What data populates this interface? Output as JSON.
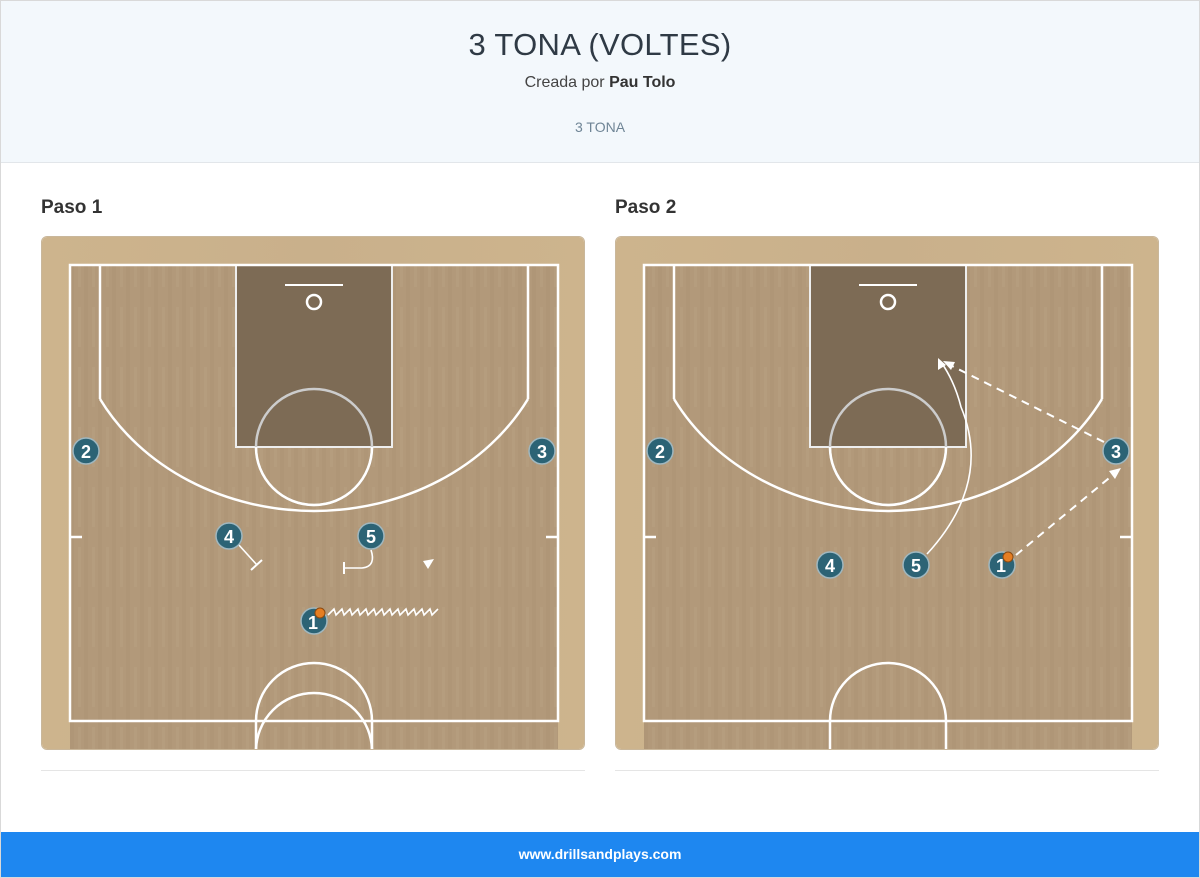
{
  "header": {
    "title": "3 TONA (VOLTES)",
    "author_prefix": "Creada por",
    "author_name": "Pau Tolo",
    "tag": "3 TONA"
  },
  "steps": [
    {
      "label": "Paso 1",
      "players": [
        {
          "num": "1",
          "ball": true
        },
        {
          "num": "2",
          "ball": false
        },
        {
          "num": "3",
          "ball": false
        },
        {
          "num": "4",
          "ball": false
        },
        {
          "num": "5",
          "ball": false
        }
      ],
      "actions": [
        "dribble",
        "screen",
        "screen"
      ]
    },
    {
      "label": "Paso 2",
      "players": [
        {
          "num": "1",
          "ball": true
        },
        {
          "num": "2",
          "ball": false
        },
        {
          "num": "3",
          "ball": false
        },
        {
          "num": "4",
          "ball": false
        },
        {
          "num": "5",
          "ball": false
        }
      ],
      "actions": [
        "pass",
        "cut",
        "pass"
      ]
    }
  ],
  "footer": {
    "site": "www.drillsandplays.com"
  },
  "colors": {
    "player_fill": "#2c6375",
    "court_wood": "#b89d78",
    "paint": "#7d6b55",
    "footer_bg": "#1e87f0"
  }
}
